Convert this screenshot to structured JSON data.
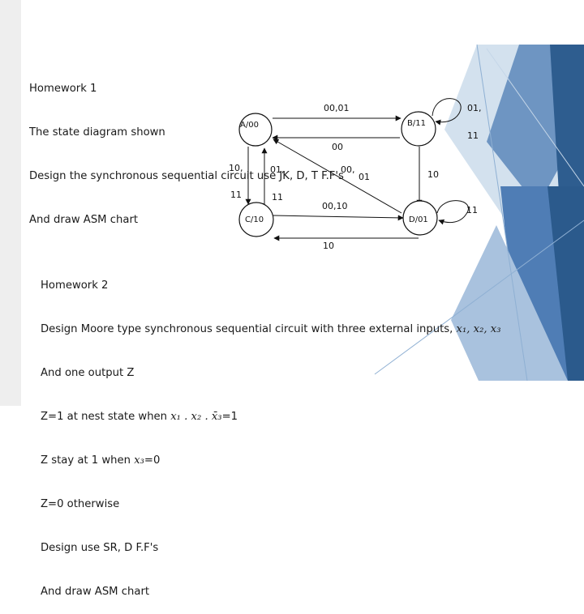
{
  "homework1": {
    "title": "Homework 1",
    "line1": "The state diagram shown",
    "line2": "Design the synchronous sequential circuit use JK, D, T F.F's",
    "line3": "And draw ASM chart"
  },
  "diagram": {
    "states": {
      "a": "A/00",
      "b": "B/11",
      "c": "C/10",
      "d": "D/01"
    },
    "labels": {
      "a_to_b": "00,01",
      "b_to_a": "00",
      "b_self_1": "01,",
      "b_self_2": "11",
      "b_to_d": "10",
      "a_to_c_1": "10,",
      "a_to_c_2": "11",
      "c_to_a_1": "01,",
      "c_to_a_2": "11",
      "d_to_a_1": "00,",
      "d_to_a_2": "01",
      "c_to_d": "00,10",
      "d_self": "11",
      "d_to_c": "10"
    }
  },
  "homework2": {
    "title": "Homework 2",
    "line1": "Design Moore type synchronous sequential circuit with three external inputs, ",
    "line1_vars": "x₁, x₂, x₃",
    "line2": "And one output Z",
    "line3": "Z=1 at nest state when ",
    "line3_expr": "x₁ . x₂ . x̄₃",
    "line3_end": "=1",
    "line4": "Z stay at 1 when ",
    "line4_var": "x₃",
    "line4_end": "=0",
    "line5": "Z=0 otherwise",
    "line6": "Design use SR, D F.F's",
    "line7": "And draw ASM chart"
  }
}
